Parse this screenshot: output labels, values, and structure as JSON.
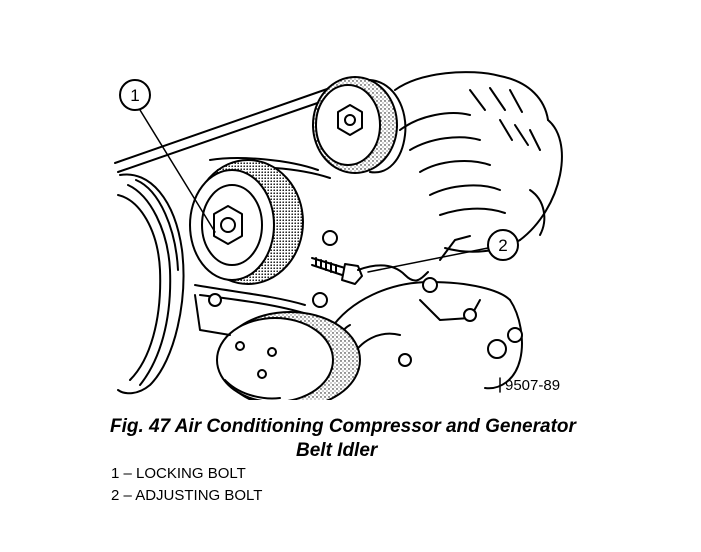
{
  "callouts": [
    {
      "number": "1",
      "label": "LOCKING BOLT"
    },
    {
      "number": "2",
      "label": "ADJUSTING BOLT"
    }
  ],
  "figure_code": "9507-89",
  "caption": {
    "line1": "Fig. 47 Air Conditioning Compressor and Generator",
    "line2": "Belt Idler"
  },
  "legend_separator": "–",
  "colors": {
    "ink": "#000000",
    "paper": "#ffffff"
  }
}
